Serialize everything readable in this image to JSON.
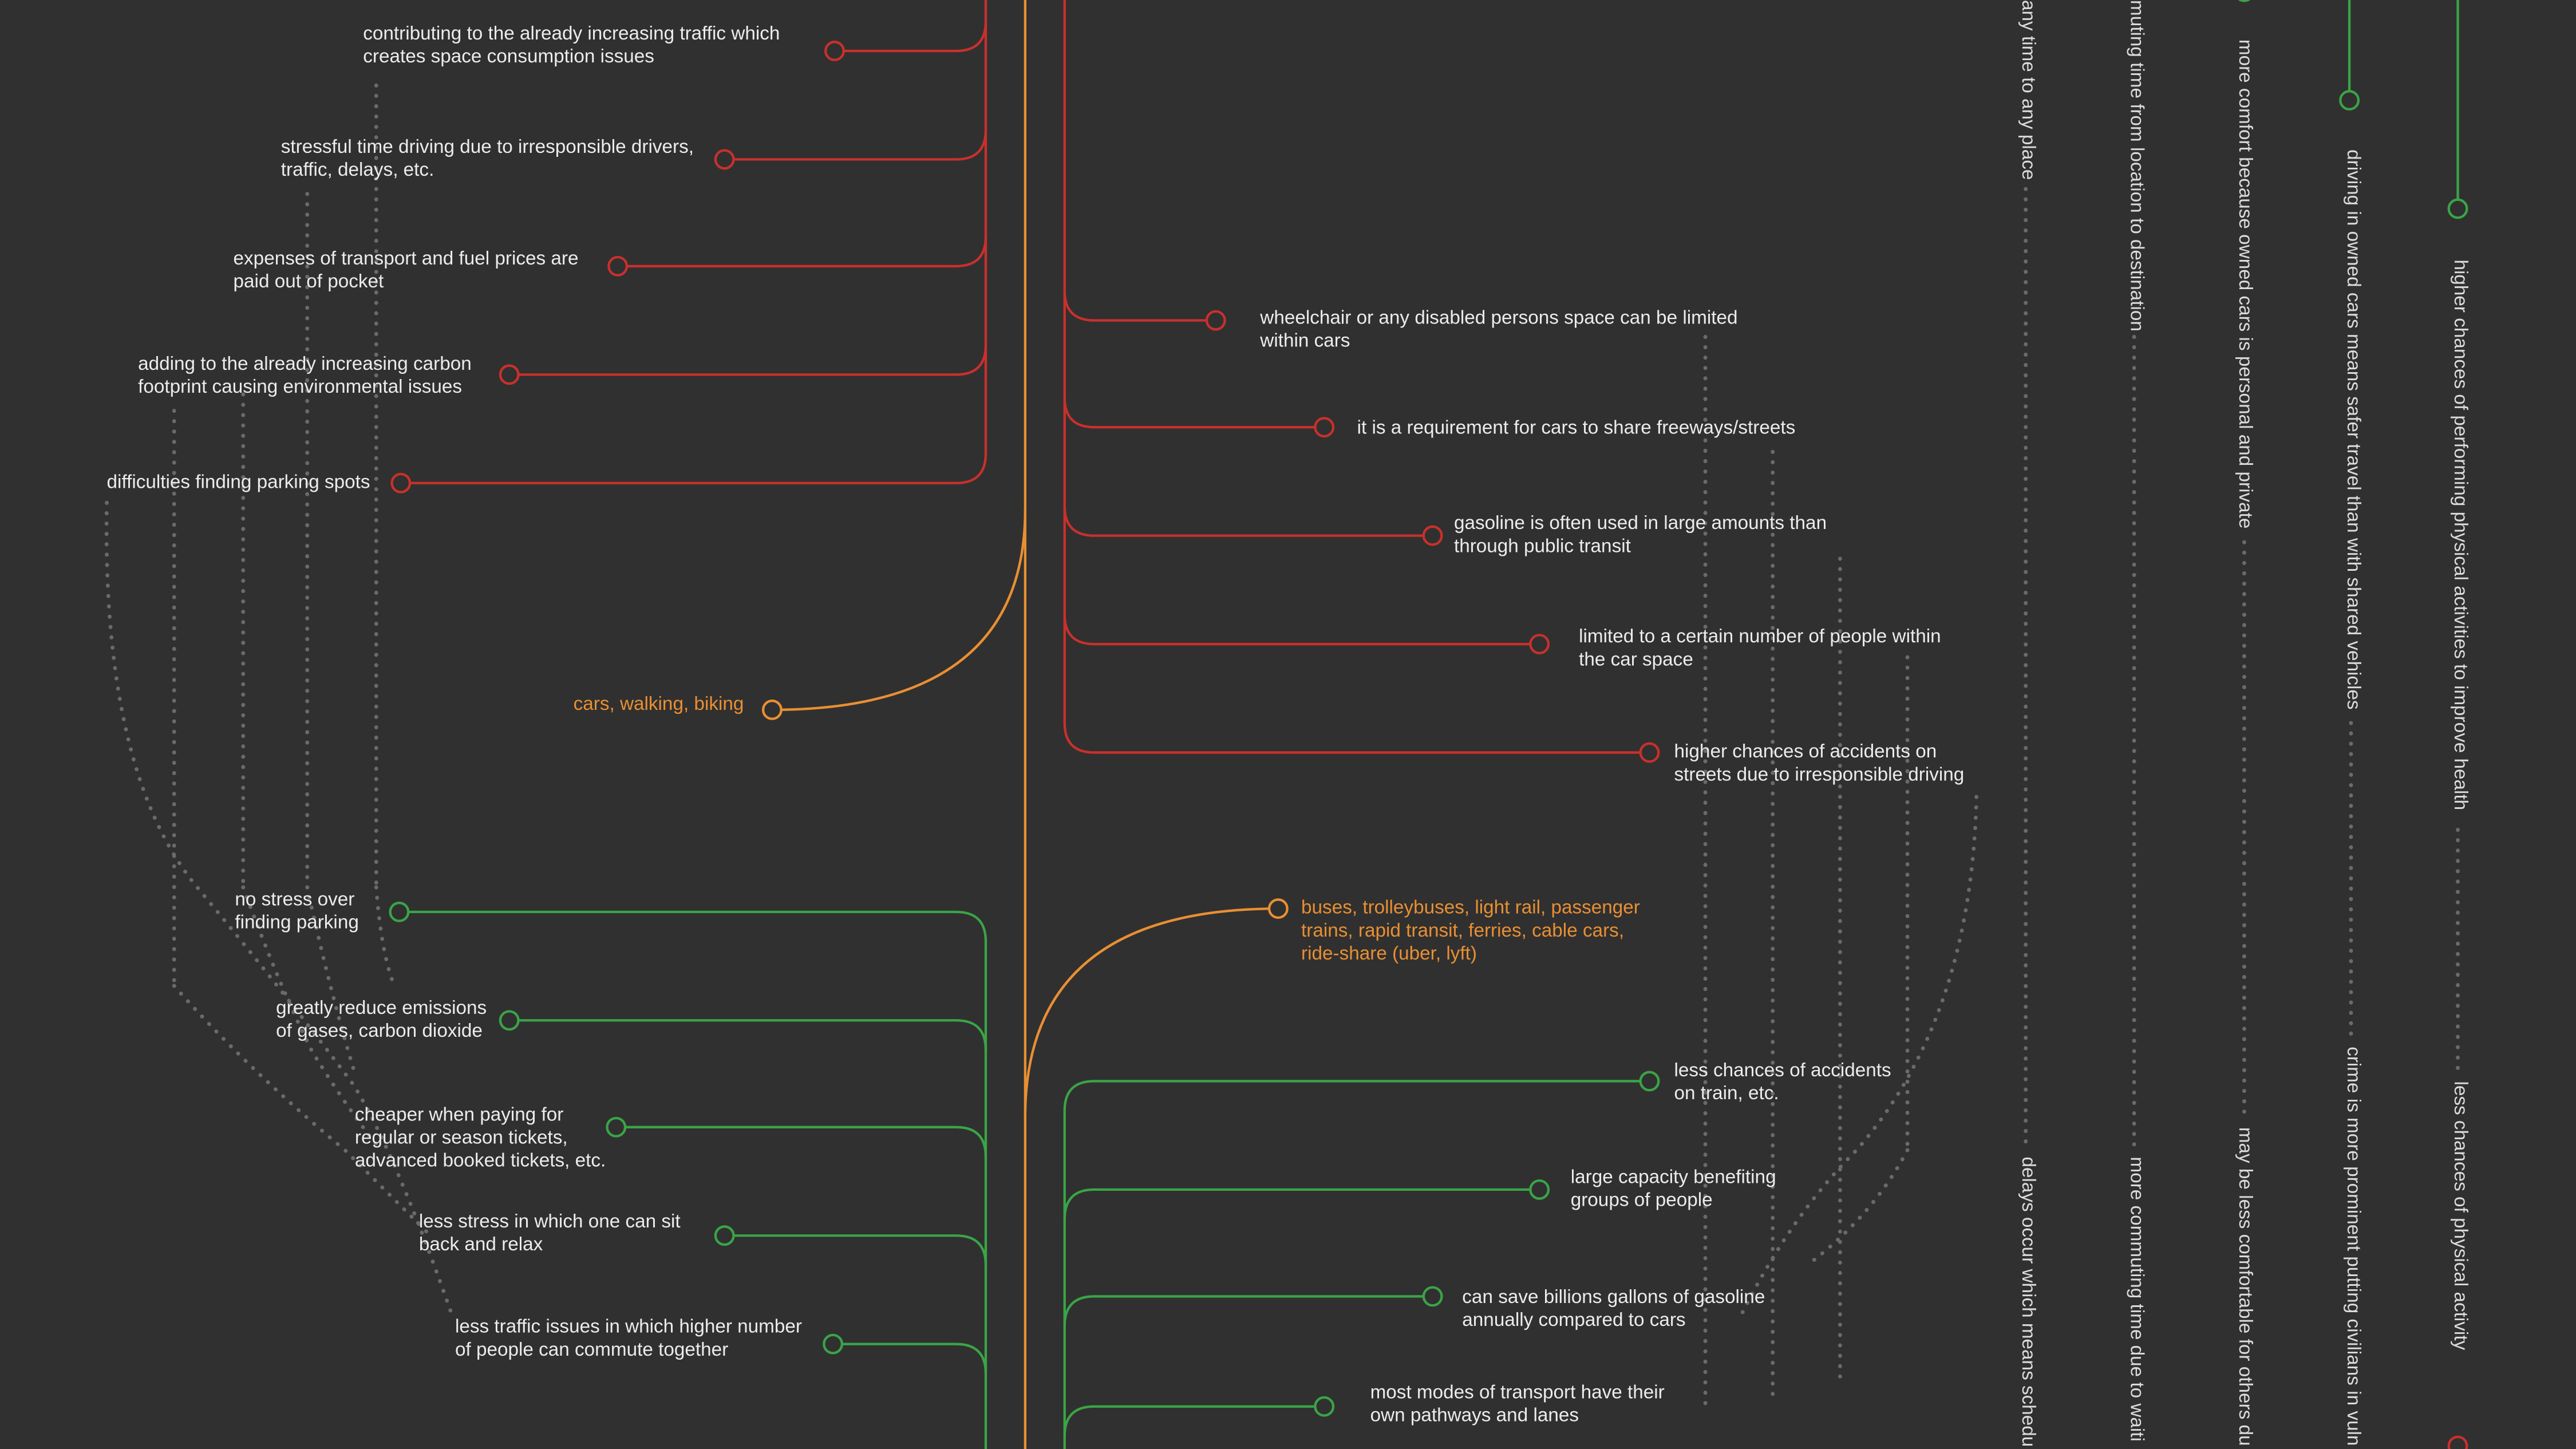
{
  "colors": {
    "background": "#303030",
    "disadvantage": "#c9302c",
    "advantage": "#3aa447",
    "transport_mode": "#e98f33",
    "connector": "#6a6a6a"
  },
  "left": {
    "mode_label": "cars, walking, biking",
    "cons": [
      "contributing to the already increasing traffic which\ncreates space consumption issues",
      "stressful time driving due to irresponsible drivers,\ntraffic, delays, etc.",
      "expenses of transport and fuel prices are\npaid out of pocket",
      "adding to the already increasing carbon\nfootprint causing environmental issues",
      "difficulties finding parking spots"
    ]
  },
  "left_public_pros": [
    "no stress over\nfinding parking",
    "greatly reduce emissions\nof gases, carbon dioxide",
    "cheaper when paying for\nregular or season tickets,\nadvanced booked tickets, etc.",
    "less stress in which one can sit\nback and relax",
    "less traffic issues in which higher number\nof people can commute together"
  ],
  "right": {
    "mode_label": "buses, trolleybuses, light rail, passenger\ntrains, rapid transit, ferries, cable cars,\nride-share (uber, lyft)",
    "car_cons": [
      "wheelchair or any disabled persons space can be limited\nwithin cars",
      "it is a requirement for cars to share freeways/streets",
      "gasoline is often used in large amounts than\nthrough public transit",
      "limited to a certain number of people within\nthe car space",
      "higher chances of accidents on\nstreets due to irresponsible driving"
    ],
    "public_pros": [
      "less chances of accidents\non train, etc.",
      "large capacity benefiting\ngroups of people",
      "can save billions gallons of gasoline\nannually compared to cars",
      "most modes of transport have their\nown pathways and lanes"
    ]
  },
  "vertical": {
    "top": [
      "any time to any place",
      "muting time from location to destination",
      "more comfort because owned cars is  personal and private",
      "driving in owned cars means safer travel than with shared vehicles",
      "higher chances of performing physical activities to improve health"
    ],
    "bottom": [
      "delays occur which means schedu",
      "more commuting time due to waiti",
      "may be less comfortable for others du",
      "crime is more prominent putting civilians in vuln",
      "less chances of physical activity"
    ]
  }
}
